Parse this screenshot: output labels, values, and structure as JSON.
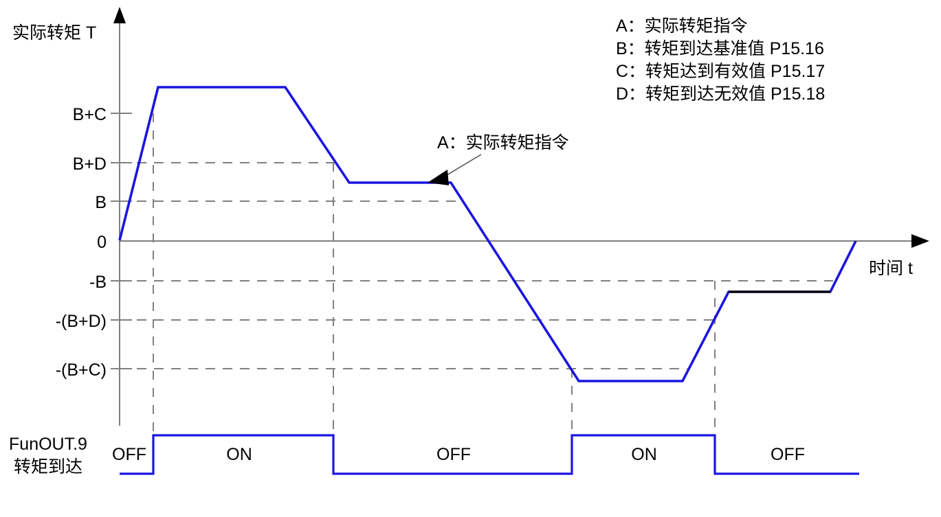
{
  "axes": {
    "y_axis_label": "实际转矩 T",
    "x_axis_label": "时间 t"
  },
  "legend": {
    "items": [
      "A：实际转矩指令",
      "B：转矩到达基准值 P15.16",
      "C：转矩达到有效值 P15.17",
      "D：转矩到达无效值 P15.18"
    ]
  },
  "annotation": {
    "curve_callout": "A：实际转矩指令"
  },
  "output_signal": {
    "name_line1": "FunOUT.9",
    "name_line2": "转矩到达",
    "states": [
      "OFF",
      "ON",
      "OFF",
      "ON",
      "OFF"
    ]
  },
  "chart_data": {
    "type": "line",
    "title": "",
    "xlabel": "时间 t",
    "ylabel": "实际转矩 T",
    "grid": true,
    "legend_position": "top-right",
    "y_tick_labels": [
      "B+C",
      "B+D",
      "B",
      "0",
      "-B",
      "-(B+D)",
      "-(B+C)"
    ],
    "y_tick_values": [
      4,
      3,
      2,
      0,
      -2,
      -3,
      -4
    ],
    "ylim": [
      -5.2,
      5.6
    ],
    "series": [
      {
        "name": "A：实际转矩指令",
        "color": "#1a15e0",
        "points": [
          {
            "t": 0,
            "v": 0
          },
          {
            "t": 8,
            "v": 5
          },
          {
            "t": 43,
            "v": 5
          },
          {
            "t": 62,
            "v": 2.6
          },
          {
            "t": 91,
            "v": 2.6
          },
          {
            "t": 107,
            "v": 0
          },
          {
            "t": 124,
            "v": -4.5
          },
          {
            "t": 152,
            "v": -4.5
          },
          {
            "t": 169,
            "v": -2
          },
          {
            "t": 214,
            "v": -2
          },
          {
            "t": 225,
            "v": 0
          }
        ]
      }
    ],
    "threshold_levels": [
      {
        "label": "B+C",
        "value": 4
      },
      {
        "label": "B+D",
        "value": 3
      },
      {
        "label": "B",
        "value": 2
      },
      {
        "label": "-B",
        "value": -2
      },
      {
        "label": "-(B+D)",
        "value": -3
      },
      {
        "label": "-(B+C)",
        "value": -4
      }
    ],
    "digital_output": {
      "name": "FunOUT.9 转矩到达",
      "segments": [
        {
          "state": "OFF",
          "from": 0,
          "to": 8
        },
        {
          "state": "ON",
          "from": 8,
          "to": 62
        },
        {
          "state": "OFF",
          "from": 62,
          "to": 133
        },
        {
          "state": "ON",
          "from": 133,
          "to": 176
        },
        {
          "state": "OFF",
          "from": 176,
          "to": 225
        }
      ]
    }
  }
}
